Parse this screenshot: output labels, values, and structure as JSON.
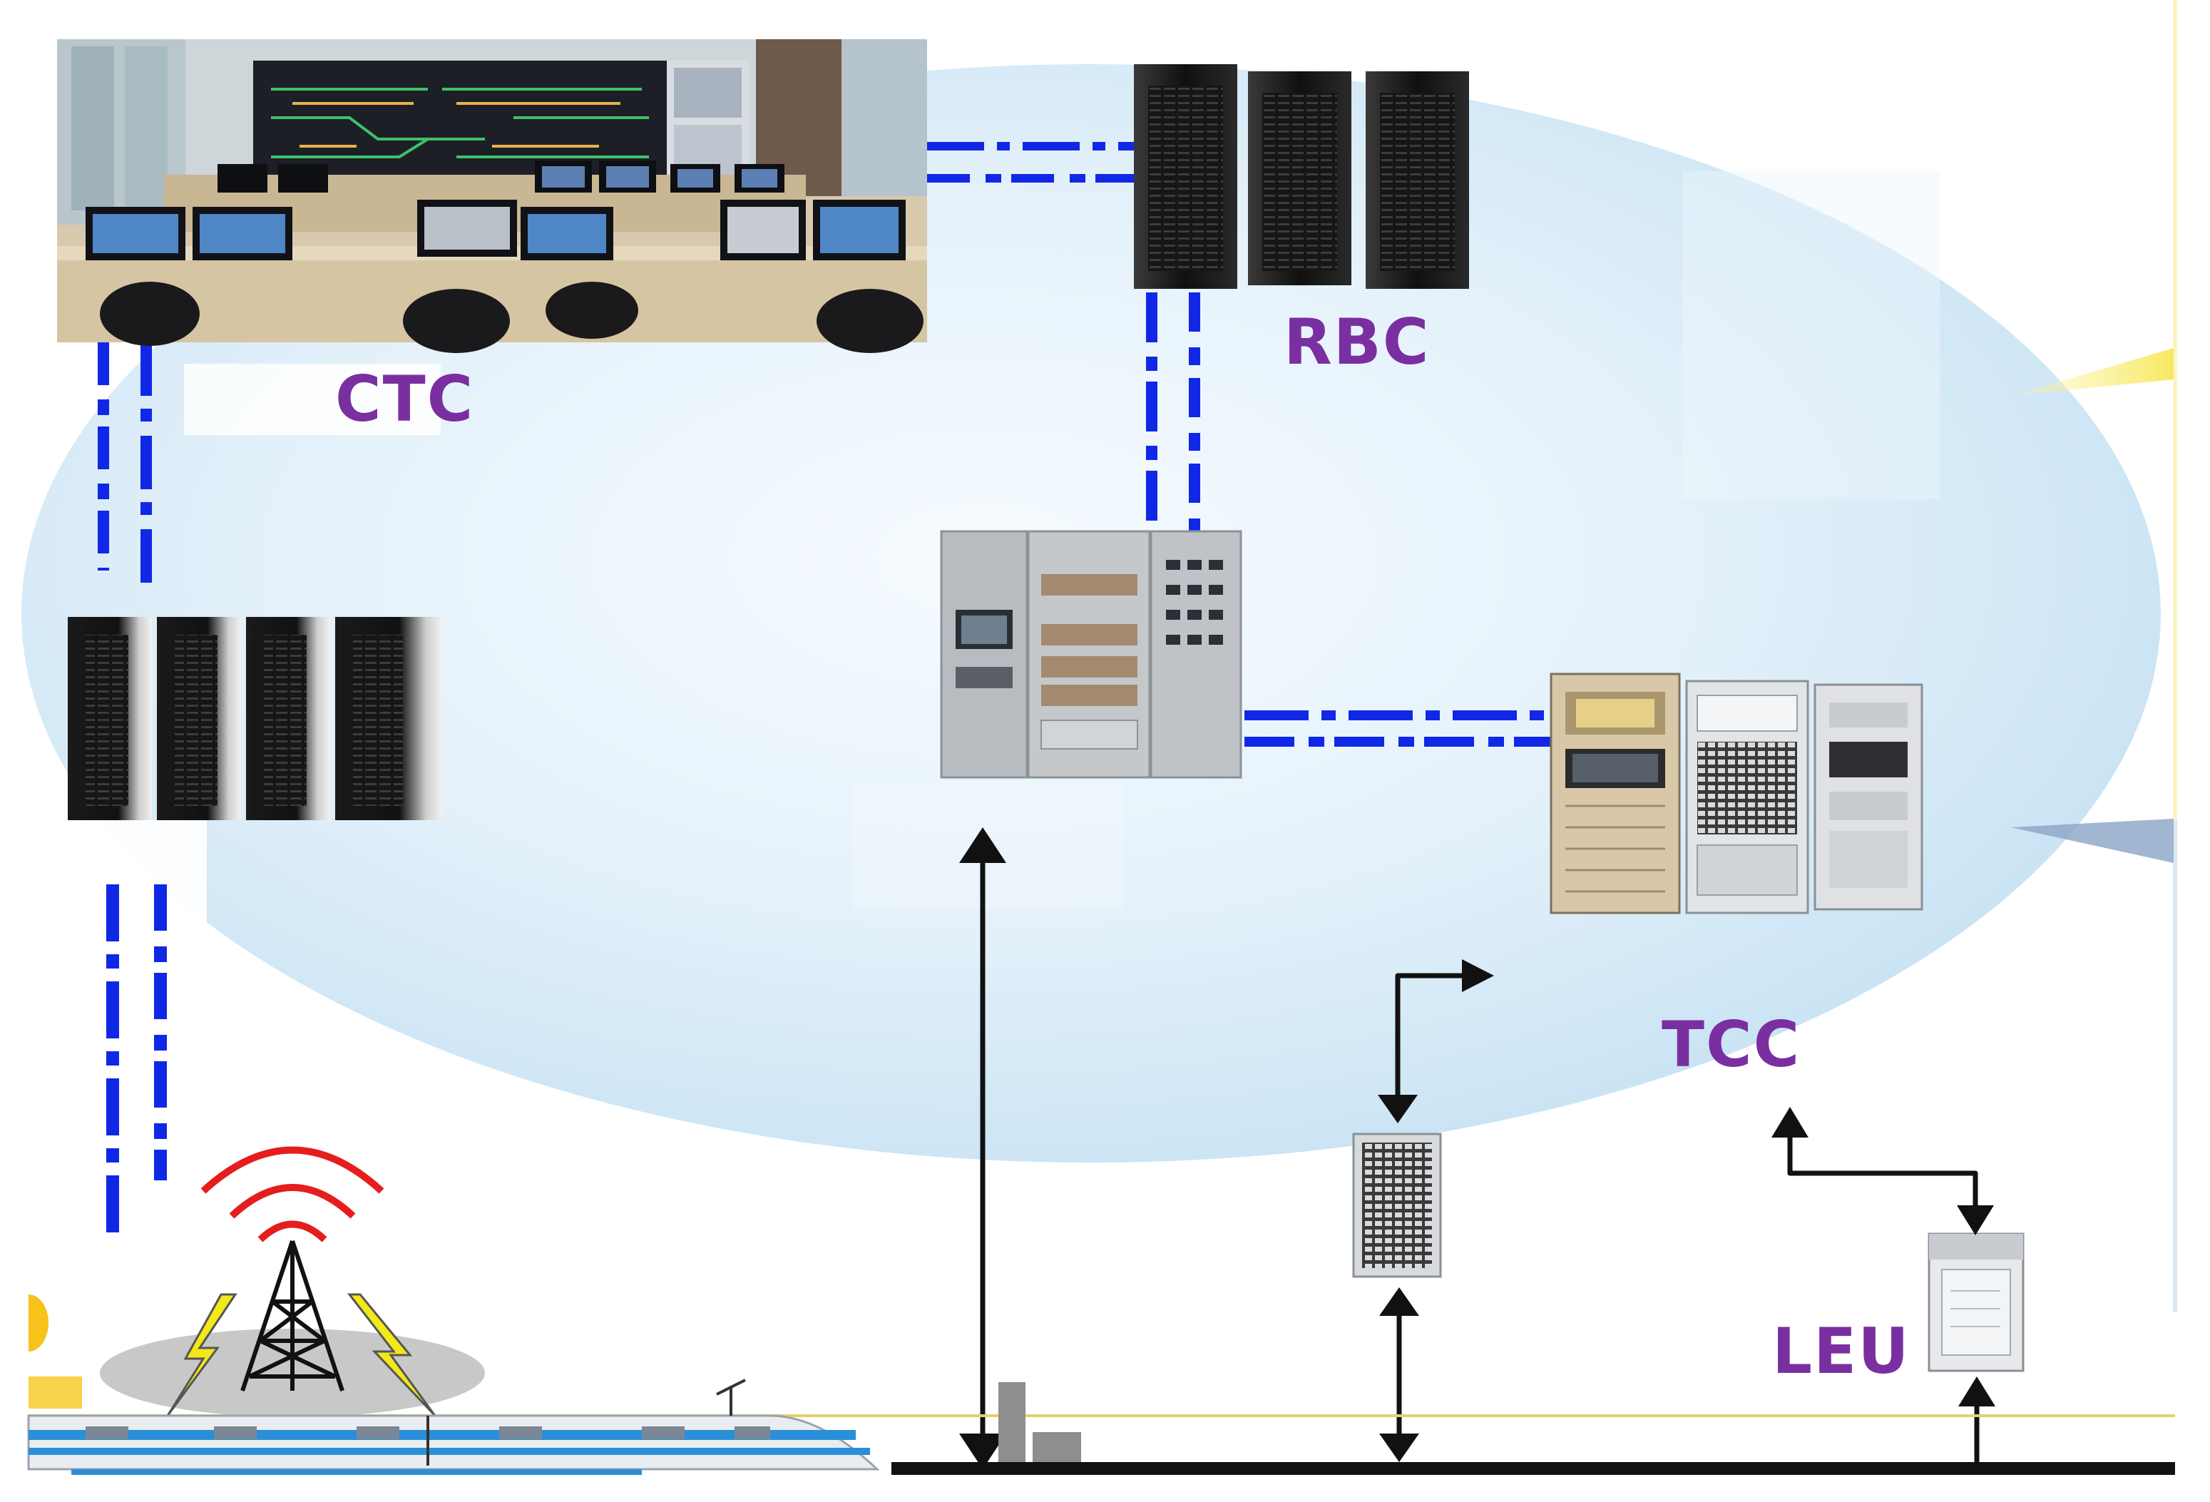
{
  "colors": {
    "label": "#7a2fa0",
    "link_primary": "#1028e6",
    "link_secondary": "#4a6cf0",
    "ellipse_center": "#f6fbff",
    "ellipse_edge": "#c7e2f3",
    "arrow": "#111111",
    "track": "#111111",
    "track_yellow": "#e3d26a",
    "signal_wave": "#e51d1d",
    "lightning": "#f2e81a",
    "train_body": "#e9edf2",
    "train_stripe": "#2a8fd8"
  },
  "labels": {
    "ctc": "CTC",
    "rbc": "RBC",
    "tcc": "TCC",
    "leu": "LEU"
  },
  "icons": {
    "ctc_room": "dispatch-center-photo",
    "rbc_servers": "server-rack-icon",
    "ctc_servers": "server-rack-icon",
    "interlocking": "interlocking-cabinet-icon",
    "tcc_cabinets": "equipment-cabinet-icon",
    "relay_unit": "relay-unit-icon",
    "leu_box": "leu-box-icon",
    "radio_tower": "radio-tower-icon",
    "train": "high-speed-train-icon",
    "balise": "balise-icon"
  }
}
